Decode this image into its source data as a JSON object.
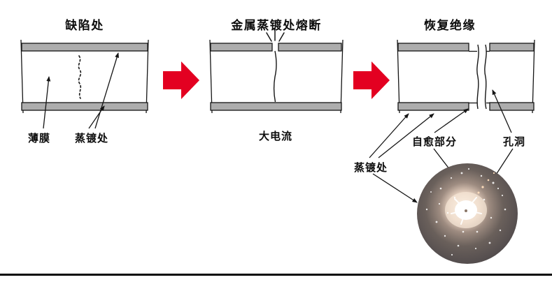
{
  "stages": {
    "defect": {
      "title": "缺陷处",
      "film_label": "薄膜",
      "metallized_label": "蒸镀处"
    },
    "fusing": {
      "title": "金属蒸镀处熔断",
      "current_label": "大电流"
    },
    "restored": {
      "title": "恢复绝缘",
      "metallized_label": "蒸镀处",
      "self_healed_label": "自愈部分",
      "hole_label": "孔洞"
    }
  },
  "colors": {
    "flow_arrow_red": "#e30021",
    "metallized_gray": "#adadad",
    "line_black": "#151515"
  }
}
